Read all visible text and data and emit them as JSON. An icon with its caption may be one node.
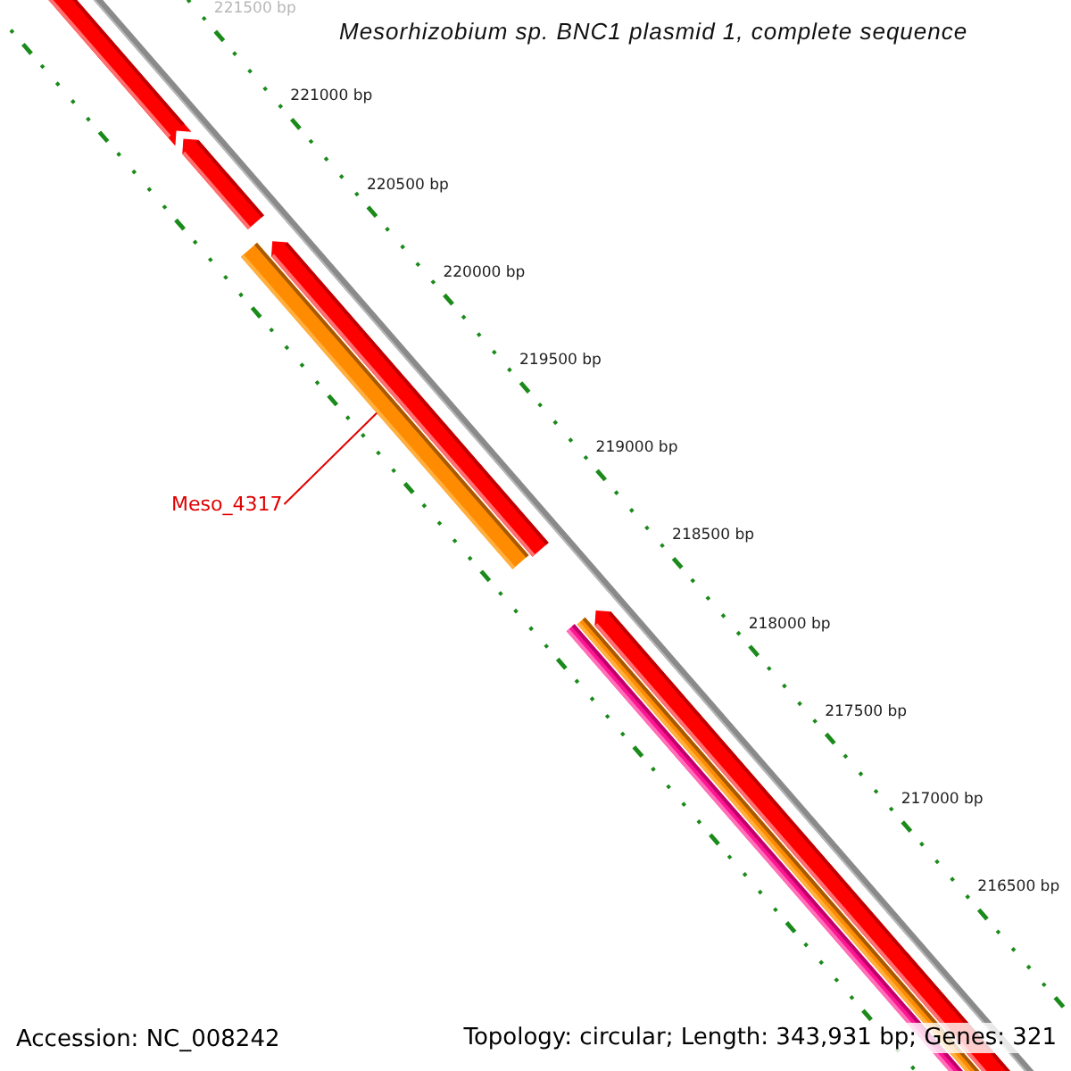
{
  "diagram": {
    "title": "Mesorhizobium sp. BNC1 plasmid 1, complete sequence",
    "nodes": [
      {
        "text": [
          "Meso_4317"
        ]
      },
      {
        "text": [],
        "shape": "bar"
      }
    ],
    "edges": [
      {
        "from": 0,
        "to": 1,
        "arrow": "none"
      }
    ],
    "labels": [
      "221500 bp",
      "221000 bp",
      "220500 bp",
      "220000 bp",
      "219500 bp",
      "219000 bp",
      "218500 bp",
      "218000 bp",
      "217500 bp",
      "217000 bp",
      "216500 bp",
      "Accession: NC_008242",
      "Topology: circular; Length: 343,931 bp; Genes: 321"
    ]
  }
}
